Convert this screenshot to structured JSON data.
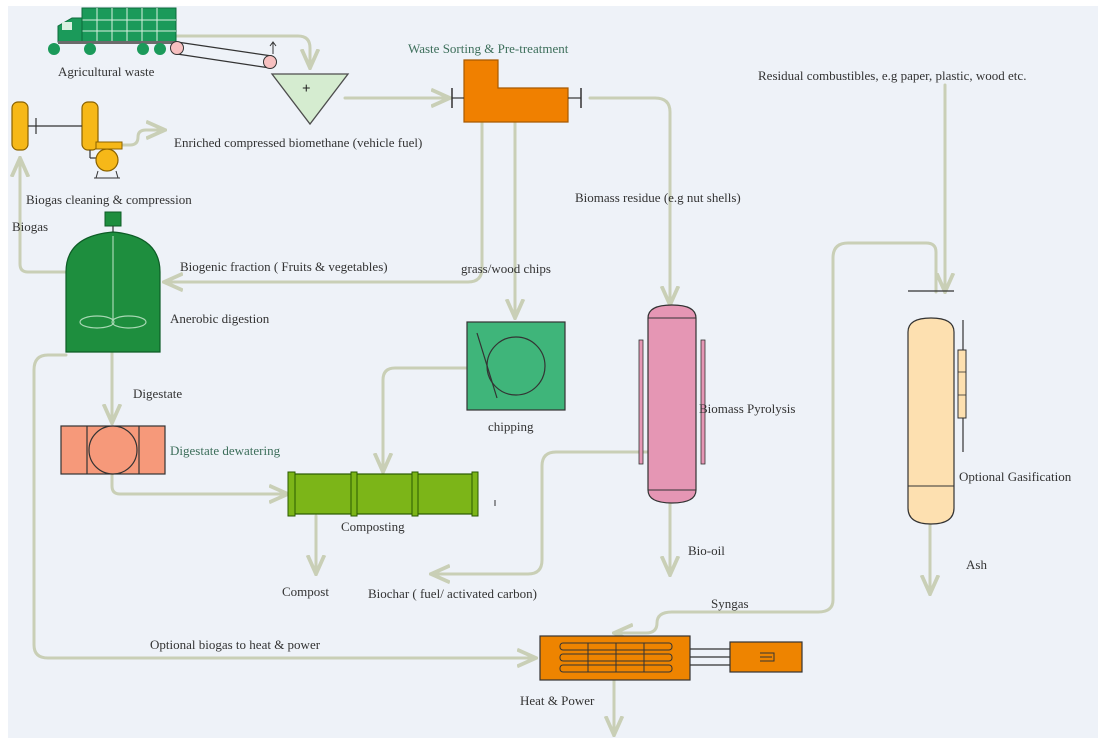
{
  "labels": {
    "agricultural_waste": "Agricultural waste",
    "waste_sorting": "Waste Sorting & Pre-treatment",
    "residual_combustibles": "Residual combustibles, e.g paper, plastic, wood etc.",
    "enriched_biomethane": "Enriched compressed biomethane (vehicle fuel)",
    "biogas_cleaning": "Biogas cleaning & compression",
    "biomass_residue": "Biomass residue (e.g nut shells)",
    "biogas": "Biogas",
    "biogenic_fraction": "Biogenic fraction ( Fruits & vegetables)",
    "grass_wood_chips": "grass/wood chips",
    "anaerobic_digestion": "Anerobic digestion",
    "digestate": "Digestate",
    "digestate_dewatering": "Digestate dewatering",
    "chipping": "chipping",
    "biomass_pyrolysis": "Biomass Pyrolysis",
    "optional_gasification": "Optional Gasification",
    "composting": "Composting",
    "bio_oil": "Bio-oil",
    "ash": "Ash",
    "compost": "Compost",
    "biochar": "Biochar ( fuel/ activated carbon)",
    "syngas": "Syngas",
    "optional_biogas": "Optional biogas to heat & power",
    "heat_power": "Heat & Power",
    "hopper_symbol": "+"
  },
  "colors": {
    "flow_line": "#c9cfb6",
    "truck_green": "#1b9a5a",
    "hopper_fill": "#d5ecd0",
    "sorting_orange": "#f08000",
    "cleaning_yellow": "#f6b818",
    "digester_green": "#1e8e3e",
    "dewatering_salmon": "#f6997a",
    "chipping_green": "#3fb57a",
    "composting_lime": "#7cb518",
    "pyrolysis_pink": "#e596b4",
    "gasifier_peach": "#fde0b0",
    "heat_power_orange": "#ee8400"
  }
}
